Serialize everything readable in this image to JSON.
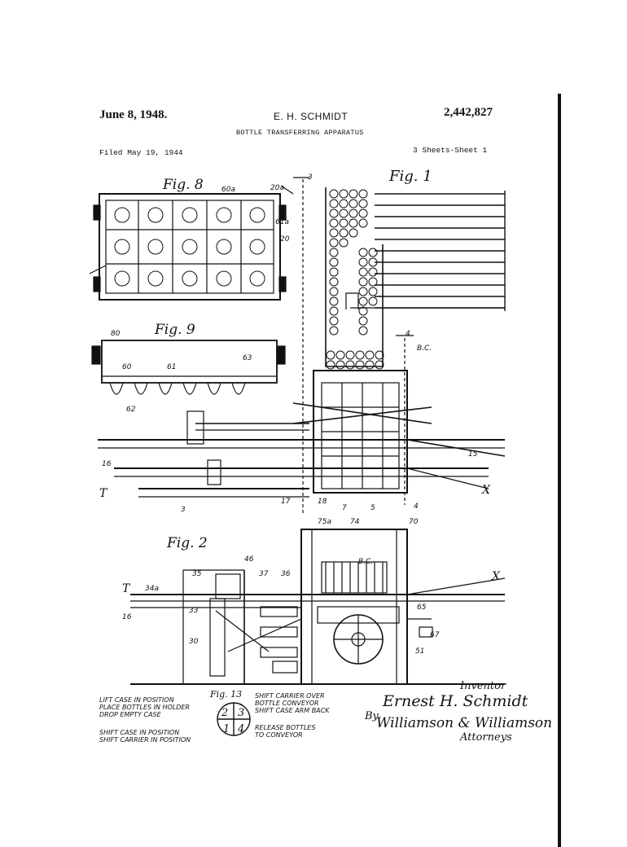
{
  "header": {
    "date": "June 8, 1948.",
    "inventor_name": "E. H. SCHMIDT",
    "patent_number": "2,442,827",
    "title": "BOTTLE TRANSFERRING APPARATUS",
    "filed": "Filed May 19, 1944",
    "sheets": "3 Sheets-Sheet 1"
  },
  "figures": {
    "fig8": "Fig. 8",
    "fig1": "Fig. 1",
    "fig9": "Fig. 9",
    "fig2": "Fig. 2",
    "fig13": "Fig. 13"
  },
  "labels": {
    "l3a": "3",
    "l3b": "3",
    "l4a": "4",
    "l4b": "4",
    "l5": "5",
    "l7": "7",
    "l16a": "16",
    "l16b": "16",
    "l17": "17",
    "l18": "18",
    "l70": "70",
    "l74": "74",
    "l75a": "75a",
    "lBC1": "B.C.",
    "lBC2": "B.C.",
    "lX1": "X",
    "lX2": "X",
    "lT1": "T",
    "lT2": "T",
    "l60": "60",
    "l61": "61",
    "l62": "62",
    "l63": "63",
    "l80": "80",
    "l20": "20",
    "l20a": "20a",
    "l60a": "60a",
    "l61a": "61a",
    "l15": "15",
    "l51": "51",
    "l46": "46",
    "l30": "30",
    "l33": "33",
    "l36": "36",
    "l37": "37",
    "l35": "35",
    "l34a": "34a",
    "l65": "65",
    "l67": "67"
  },
  "fig13_legend": {
    "left_top": [
      "LIFT CASE IN POSITION",
      "PLACE BOTTLES IN HOLDER",
      "DROP EMPTY CASE"
    ],
    "right_top": [
      "SHIFT CARRIER OVER",
      "BOTTLE CONVEYOR",
      "SHIFT CASE ARM BACK"
    ],
    "left_bottom": [
      "SHIFT CASE IN POSITION",
      "SHIFT CARRIER IN POSITION"
    ],
    "right_bottom": [
      "RELEASE BOTTLES",
      "TO CONVEYOR"
    ],
    "quadrants": [
      "2",
      "3",
      "1",
      "4"
    ]
  },
  "signature": {
    "role_inventor": "Inventor",
    "inventor": "Ernest H. Schmidt",
    "by": "By",
    "attorneys_firm": "Williamson & Williamson",
    "role_attorneys": "Attorneys"
  }
}
